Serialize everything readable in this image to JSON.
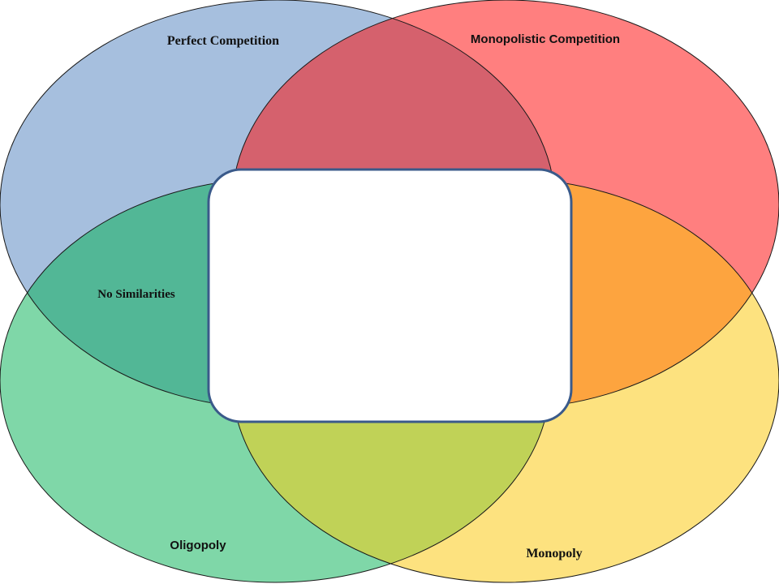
{
  "diagram": {
    "labels": {
      "perfect_competition": "Perfect Competition",
      "monopolistic_competition": "Monopolistic Competition",
      "no_similarities": "No Similarities",
      "oligopoly": "Oligopoly",
      "monopoly": "Monopoly"
    },
    "colors": {
      "perfect_competition": "#a6bfde",
      "monopolistic_competition": "#ff7f7f",
      "oligopoly": "#7fd7a8",
      "monopoly": "#fde27f",
      "overlap_top": "#d5616d",
      "overlap_left": "#52b796",
      "overlap_right": "#fda43f",
      "overlap_bottom": "#c0d257",
      "center_border": "#3a5a8a",
      "outline": "#1a1a1a"
    }
  }
}
